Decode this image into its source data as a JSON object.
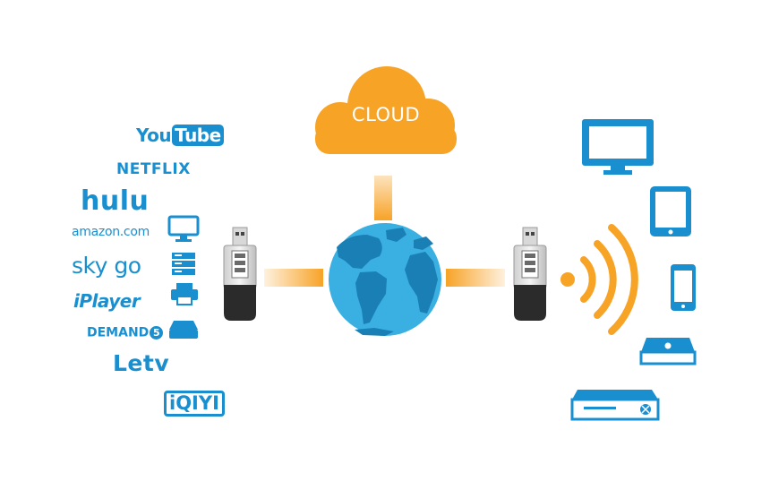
{
  "cloud": {
    "label": "CLOUD"
  },
  "services": [
    {
      "name": "YouTube",
      "part1": "You",
      "part2": "Tube"
    },
    {
      "name": "NETFLIX"
    },
    {
      "name": "hulu"
    },
    {
      "name": "amazon.com"
    },
    {
      "name": "sky go"
    },
    {
      "name": "iPlayer"
    },
    {
      "name": "DEMAND",
      "badge": "5"
    },
    {
      "name": "Letv"
    },
    {
      "name": "iQIYI"
    }
  ],
  "colors": {
    "brand_blue": "#1a8fd0",
    "orange": "#f7a326",
    "globe_ocean": "#3ab0e2",
    "globe_land": "#1a7fb5",
    "dongle_dark": "#2b2b2b"
  },
  "icons": {
    "left_devices": [
      "monitor-icon",
      "server-icon",
      "printer-icon",
      "media-box-icon"
    ],
    "right_devices": [
      "tv-icon",
      "tablet-icon",
      "phone-icon",
      "apple-tv-icon",
      "game-console-icon"
    ],
    "center": [
      "cloud-icon",
      "globe-icon",
      "wifi-signal-icon",
      "usb-dongle-icon"
    ]
  }
}
